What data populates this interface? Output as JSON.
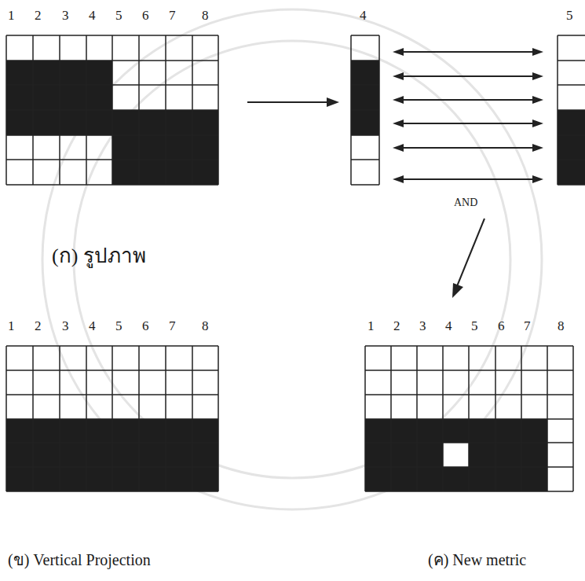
{
  "diagram": {
    "labels": [
      "1",
      "2",
      "3",
      "4",
      "5",
      "6",
      "7",
      "8",
      "4",
      "5",
      "AND",
      "(ก) รูปภาพ",
      "1",
      "2",
      "3",
      "4",
      "5",
      "6",
      "7",
      "8",
      "1",
      "2",
      "3",
      "4",
      "5",
      "6",
      "7",
      "8",
      "(ข) Vertical Projection",
      "(ค) New metric"
    ]
  }
}
